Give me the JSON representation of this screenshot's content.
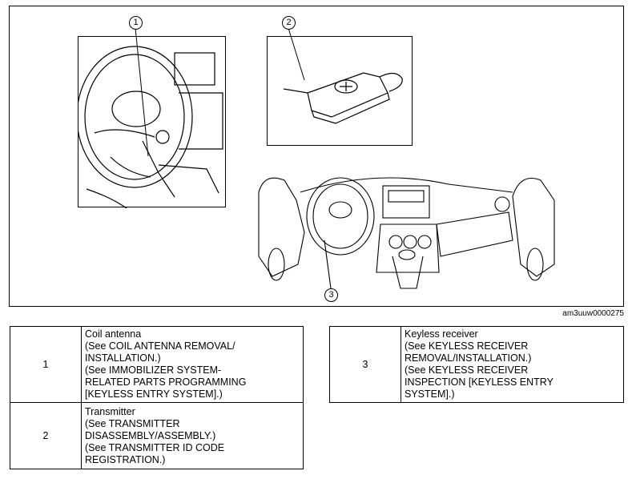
{
  "figure": {
    "callouts": [
      "1",
      "2",
      "3"
    ],
    "image_id": "am3uuw0000275"
  },
  "table_left": {
    "rows": [
      {
        "number": "1",
        "lines": [
          "Coil antenna",
          "(See COIL ANTENNA REMOVAL/",
          "INSTALLATION.)",
          "(See IMMOBILIZER SYSTEM-",
          "RELATED PARTS PROGRAMMING",
          "[KEYLESS ENTRY SYSTEM].)"
        ]
      },
      {
        "number": "2",
        "lines": [
          "Transmitter",
          "(See TRANSMITTER",
          "DISASSEMBLY/ASSEMBLY.)",
          "(See TRANSMITTER ID CODE",
          "REGISTRATION.)"
        ]
      }
    ]
  },
  "table_right": {
    "rows": [
      {
        "number": "3",
        "lines": [
          "Keyless receiver",
          "(See KEYLESS RECEIVER",
          "REMOVAL/INSTALLATION.)",
          "(See KEYLESS RECEIVER",
          "INSPECTION [KEYLESS ENTRY",
          "SYSTEM].)"
        ]
      }
    ]
  }
}
